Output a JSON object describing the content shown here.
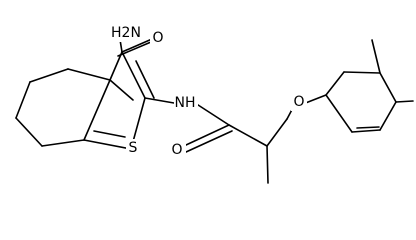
{
  "molecule": {
    "atoms": {
      "amide_nh2": "H2N",
      "amide_o": "O",
      "ring_s": "S",
      "amide_nh": "NH",
      "acyl_o": "O",
      "ether_o": "O"
    }
  }
}
